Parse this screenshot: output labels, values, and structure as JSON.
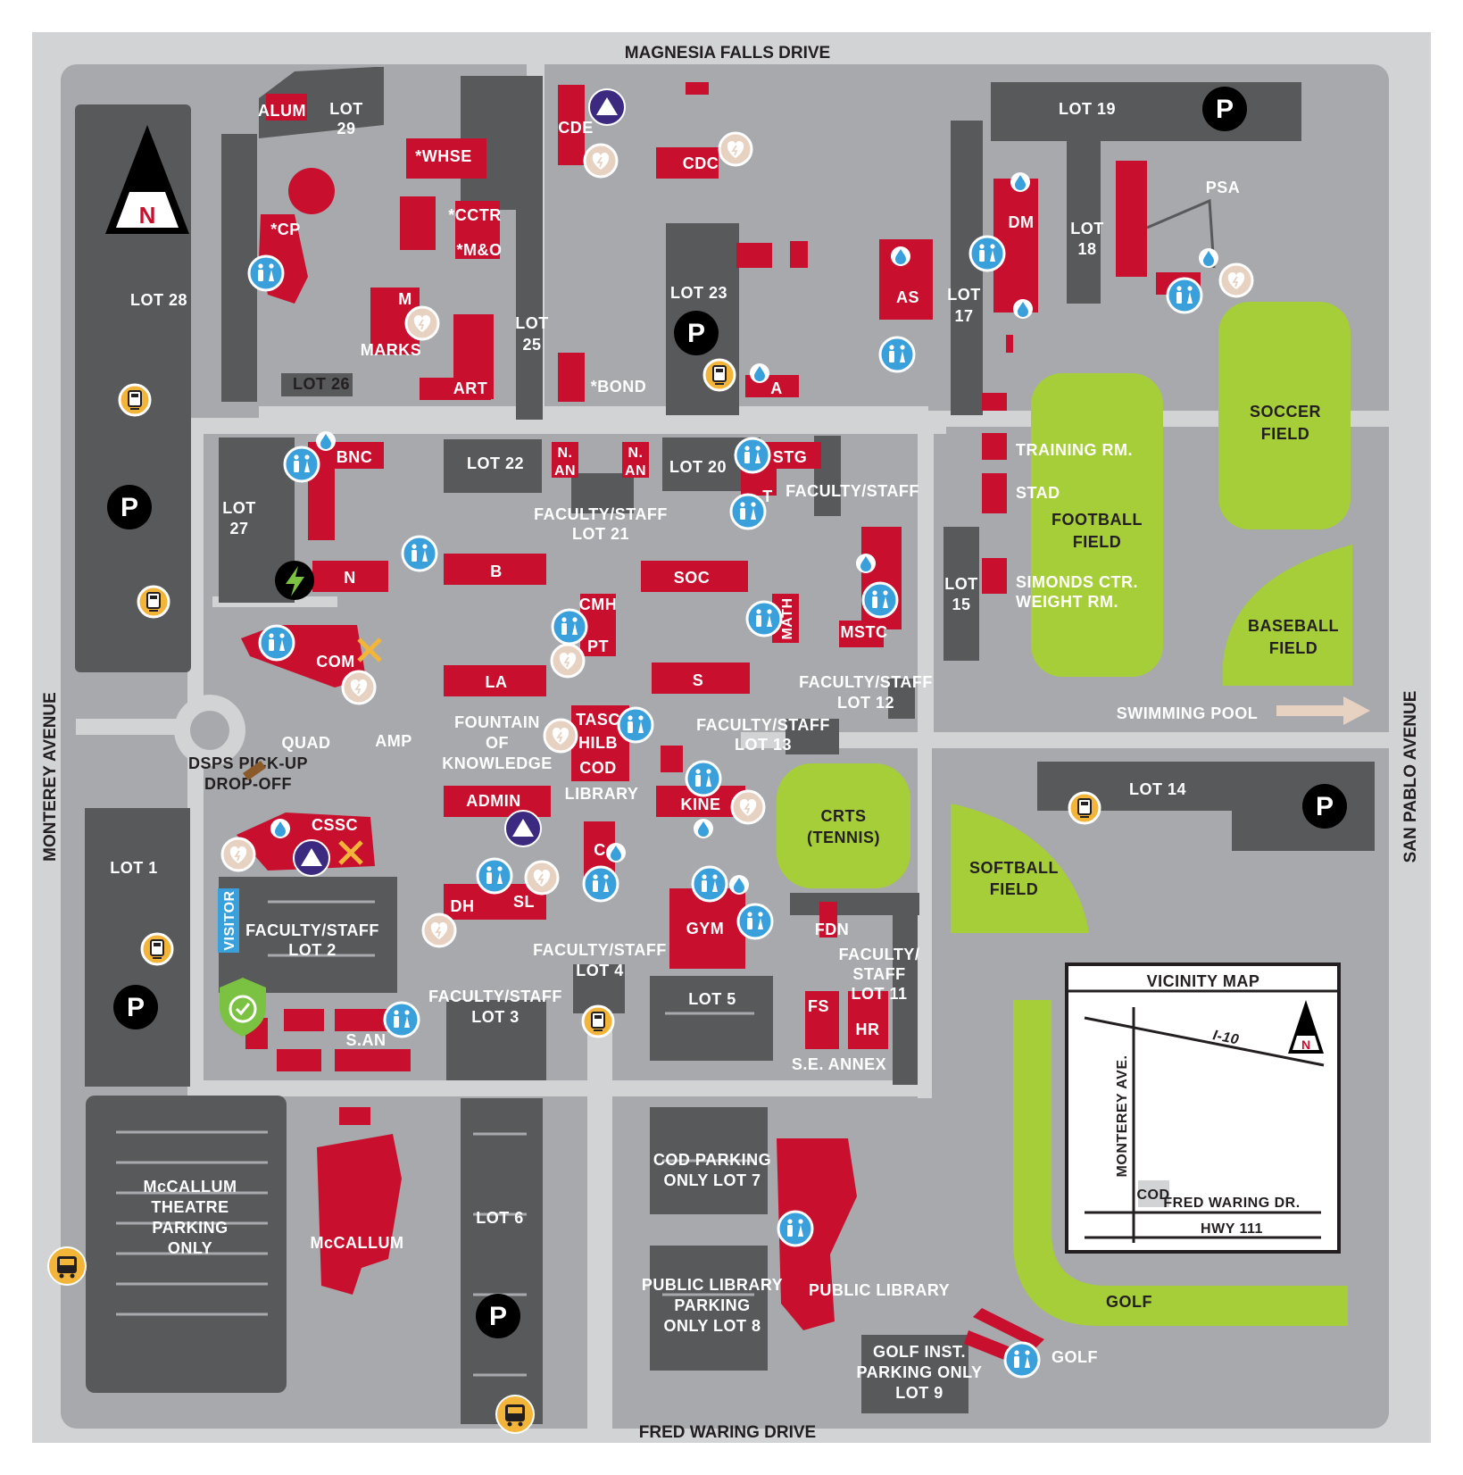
{
  "roads": {
    "north": "MAGNESIA FALLS DRIVE",
    "south": "FRED WARING DRIVE",
    "west": "MONTEREY AVENUE",
    "east": "SAN PABLO AVENUE"
  },
  "compass": {
    "letter": "N"
  },
  "lots": {
    "lot28": "LOT 28",
    "lot29a": "LOT",
    "lot29b": "29",
    "lot26": "LOT 26",
    "lot25a": "LOT",
    "lot25b": "25",
    "lot23": "LOT 23",
    "lot19": "LOT 19",
    "lot17a": "LOT",
    "lot17b": "17",
    "lot18a": "LOT",
    "lot18b": "18",
    "lot27a": "LOT",
    "lot27b": "27",
    "lot22": "LOT 22",
    "lot20": "LOT 20",
    "lot21a": "FACULTY/STAFF",
    "lot21b": "LOT 21",
    "fs_label": "FACULTY/STAFF",
    "lot15a": "LOT",
    "lot15b": "15",
    "lot12a": "FACULTY/STAFF",
    "lot12b": "LOT 12",
    "lot13a": "FACULTY/STAFF",
    "lot13b": "LOT 13",
    "lot14": "LOT 14",
    "lot1": "LOT 1",
    "lot2a": "FACULTY/STAFF",
    "lot2b": "LOT 2",
    "lot3a": "FACULTY/STAFF",
    "lot3b": "LOT 3",
    "lot4a": "FACULTY/STAFF",
    "lot4b": "LOT 4",
    "lot5": "LOT 5",
    "lot11a": "FACULTY/",
    "lot11b": "STAFF",
    "lot11c": "LOT 11",
    "lot6": "LOT 6",
    "lot7a": "COD PARKING",
    "lot7b": "ONLY LOT 7",
    "lot8a": "PUBLIC LIBRARY",
    "lot8b": "PARKING",
    "lot8c": "ONLY LOT 8",
    "lot9a": "GOLF INST.",
    "lot9b": "PARKING ONLY",
    "lot9c": "LOT 9",
    "mcc_a": "McCALLUM",
    "mcc_b": "THEATRE",
    "mcc_c": "PARKING",
    "mcc_d": "ONLY",
    "visitor": "VISITOR"
  },
  "buildings": {
    "alum": "ALUM",
    "cde": "CDE",
    "whse": "*WHSE",
    "cdc": "CDC",
    "cp": "*CP",
    "cctr": "*CCTR",
    "mo": "*M&O",
    "m": "M",
    "marks": "MARKS",
    "art": "ART",
    "bond": "*BOND",
    "a": "A",
    "as": "AS",
    "dm": "DM",
    "psa": "PSA",
    "bnc": "BNC",
    "nan1a": "N.",
    "nan1b": "AN",
    "nan2a": "N.",
    "nan2b": "AN",
    "stg": "STG",
    "t": "T",
    "n": "N",
    "b": "B",
    "soc": "SOC",
    "cmh": "CMH",
    "pt": "PT",
    "math": "MATH",
    "mstc": "MSTC",
    "com": "COM",
    "la": "LA",
    "s": "S",
    "tasc": "TASC",
    "hilb": "HILB",
    "cod": "COD",
    "library": "LIBRARY",
    "admin": "ADMIN",
    "kine": "KINE",
    "cssc": "CSSC",
    "c": "C",
    "dh": "DH",
    "sl": "SL",
    "gym": "GYM",
    "fdn": "FDN",
    "fs": "FS",
    "hr": "HR",
    "seannex": "S.E. ANNEX",
    "san": "S.AN",
    "mccallum": "McCALLUM",
    "publib": "PUBLIC LIBRARY",
    "golf_bldg": "GOLF"
  },
  "areas": {
    "quad": "QUAD",
    "amp": "AMP",
    "fountain_a": "FOUNTAIN",
    "fountain_b": "OF",
    "fountain_c": "KNOWLEDGE",
    "dsps_a": "DSPS PICK-UP",
    "dsps_b": "DROP-OFF",
    "training": "TRAINING RM.",
    "stad": "STAD",
    "simonds_a": "SIMONDS CTR.",
    "simonds_b": "WEIGHT RM.",
    "pool": "SWIMMING POOL"
  },
  "fields": {
    "soccer_a": "SOCCER",
    "soccer_b": "FIELD",
    "football_a": "FOOTBALL",
    "football_b": "FIELD",
    "baseball_a": "BASEBALL",
    "baseball_b": "FIELD",
    "crts_a": "CRTS",
    "crts_b": "(TENNIS)",
    "softball_a": "SOFTBALL",
    "softball_b": "FIELD",
    "golf": "GOLF"
  },
  "vicinity": {
    "title": "VICINITY MAP",
    "i10": "I-10",
    "monterey": "MONTEREY AVE.",
    "cod": "COD",
    "fred": "FRED WARING DR.",
    "hwy": "HWY 111",
    "n": "N"
  },
  "parking_symbol": "P",
  "icons": {
    "restroom": "restroom-icon",
    "aed": "aed-icon",
    "water": "water-fountain-icon",
    "emergency_phone": "emergency-phone-icon",
    "parking": "parking-icon",
    "bus": "bus-stop-icon",
    "ev": "ev-charging-icon",
    "assembly": "assembly-area-icon",
    "closed": "closed-x-icon",
    "visitor_shield": "visitor-check-shield-icon"
  },
  "colors": {
    "background_gray": "#a7a9ac",
    "lot_dark": "#58595b",
    "building_red": "#c8102e",
    "field_green": "#a6ce39",
    "path_light": "#d1d3d4",
    "restroom_blue": "#3aa0db",
    "aed_tan": "#e7d2c2",
    "assembly_purple": "#3b2a80",
    "phone_yellow": "#f2b53a"
  }
}
